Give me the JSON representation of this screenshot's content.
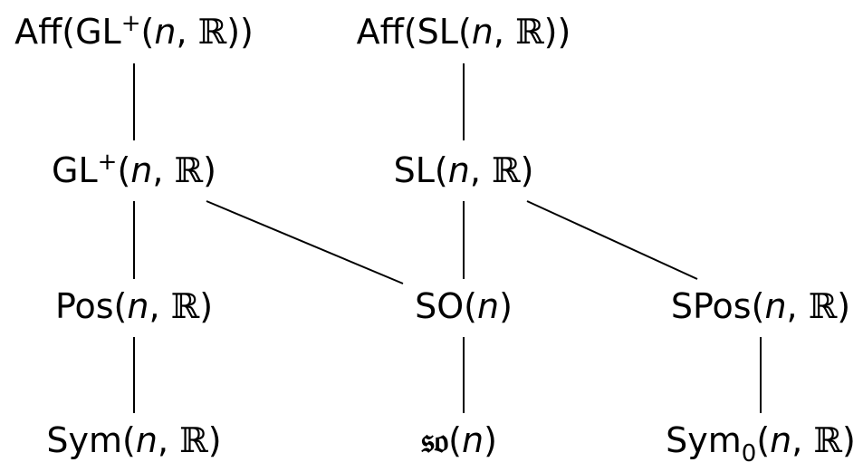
{
  "nodes": {
    "aff_gl_plus": {
      "base": "Aff(GL",
      "sup": "+",
      "open": "(",
      "n": "n",
      "sep": ", ",
      "R": "ℝ",
      "close": "))"
    },
    "aff_sl": {
      "base": "Aff(SL(",
      "n": "n",
      "sep": ", ",
      "R": "ℝ",
      "close": "))"
    },
    "gl_plus": {
      "base": "GL",
      "sup": "+",
      "open": "(",
      "n": "n",
      "sep": ", ",
      "R": "ℝ",
      "close": ")"
    },
    "sl": {
      "base": "SL(",
      "n": "n",
      "sep": ", ",
      "R": "ℝ",
      "close": ")"
    },
    "pos": {
      "base": "Pos(",
      "n": "n",
      "sep": ", ",
      "R": "ℝ",
      "close": ")"
    },
    "so": {
      "base": "SO(",
      "n": "n",
      "close": ")"
    },
    "spos": {
      "base": "SPos(",
      "n": "n",
      "sep": ", ",
      "R": "ℝ",
      "close": ")"
    },
    "sym": {
      "base": "Sym(",
      "n": "n",
      "sep": ", ",
      "R": "ℝ",
      "close": ")"
    },
    "so_lie": {
      "base": "𝔰𝔬",
      "open": "(",
      "n": "n",
      "close": ")"
    },
    "sym0": {
      "base": "Sym",
      "sub": "0",
      "open": "(",
      "n": "n",
      "sep": ", ",
      "R": "ℝ",
      "close": ")"
    }
  },
  "edges": [
    [
      "aff_gl_plus",
      "gl_plus"
    ],
    [
      "aff_sl",
      "sl"
    ],
    [
      "gl_plus",
      "pos"
    ],
    [
      "gl_plus",
      "so"
    ],
    [
      "sl",
      "so"
    ],
    [
      "sl",
      "spos"
    ],
    [
      "pos",
      "sym"
    ],
    [
      "so",
      "so_lie"
    ],
    [
      "spos",
      "sym0"
    ]
  ]
}
